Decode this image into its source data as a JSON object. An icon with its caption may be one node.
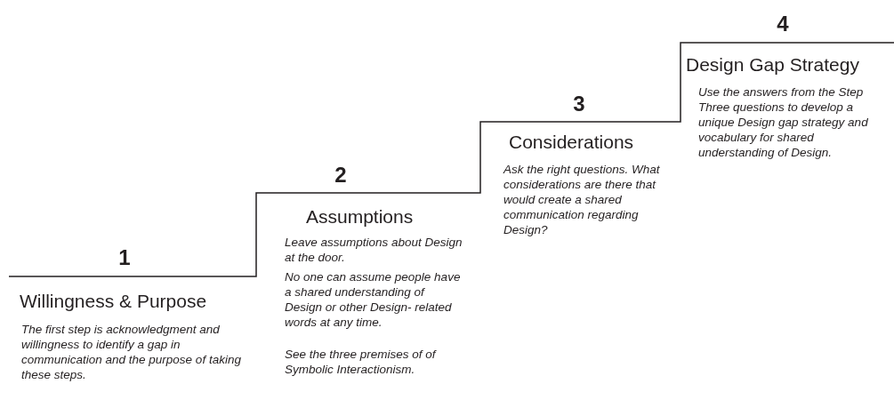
{
  "diagram": {
    "labels": [
      "1",
      "Willingness & Purpose",
      "The first step is acknowledgment and willingness to identify a gap in communication and the purpose of taking these steps.",
      "2",
      "Assumptions",
      "Leave assumptions about Design at the door.",
      "No one can assume people have a shared understanding of Design or other Design- related words at any time.",
      "See the three premises of of Symbolic Interactionism.",
      "3",
      "Considerations",
      "Ask the right questions. What considerations are there that would create a shared communication regarding Design?",
      "4",
      "Design Gap Strategy",
      "Use the answers from the Step Three questions to develop a unique Design gap strategy and vocabulary for shared understanding of Design."
    ]
  }
}
